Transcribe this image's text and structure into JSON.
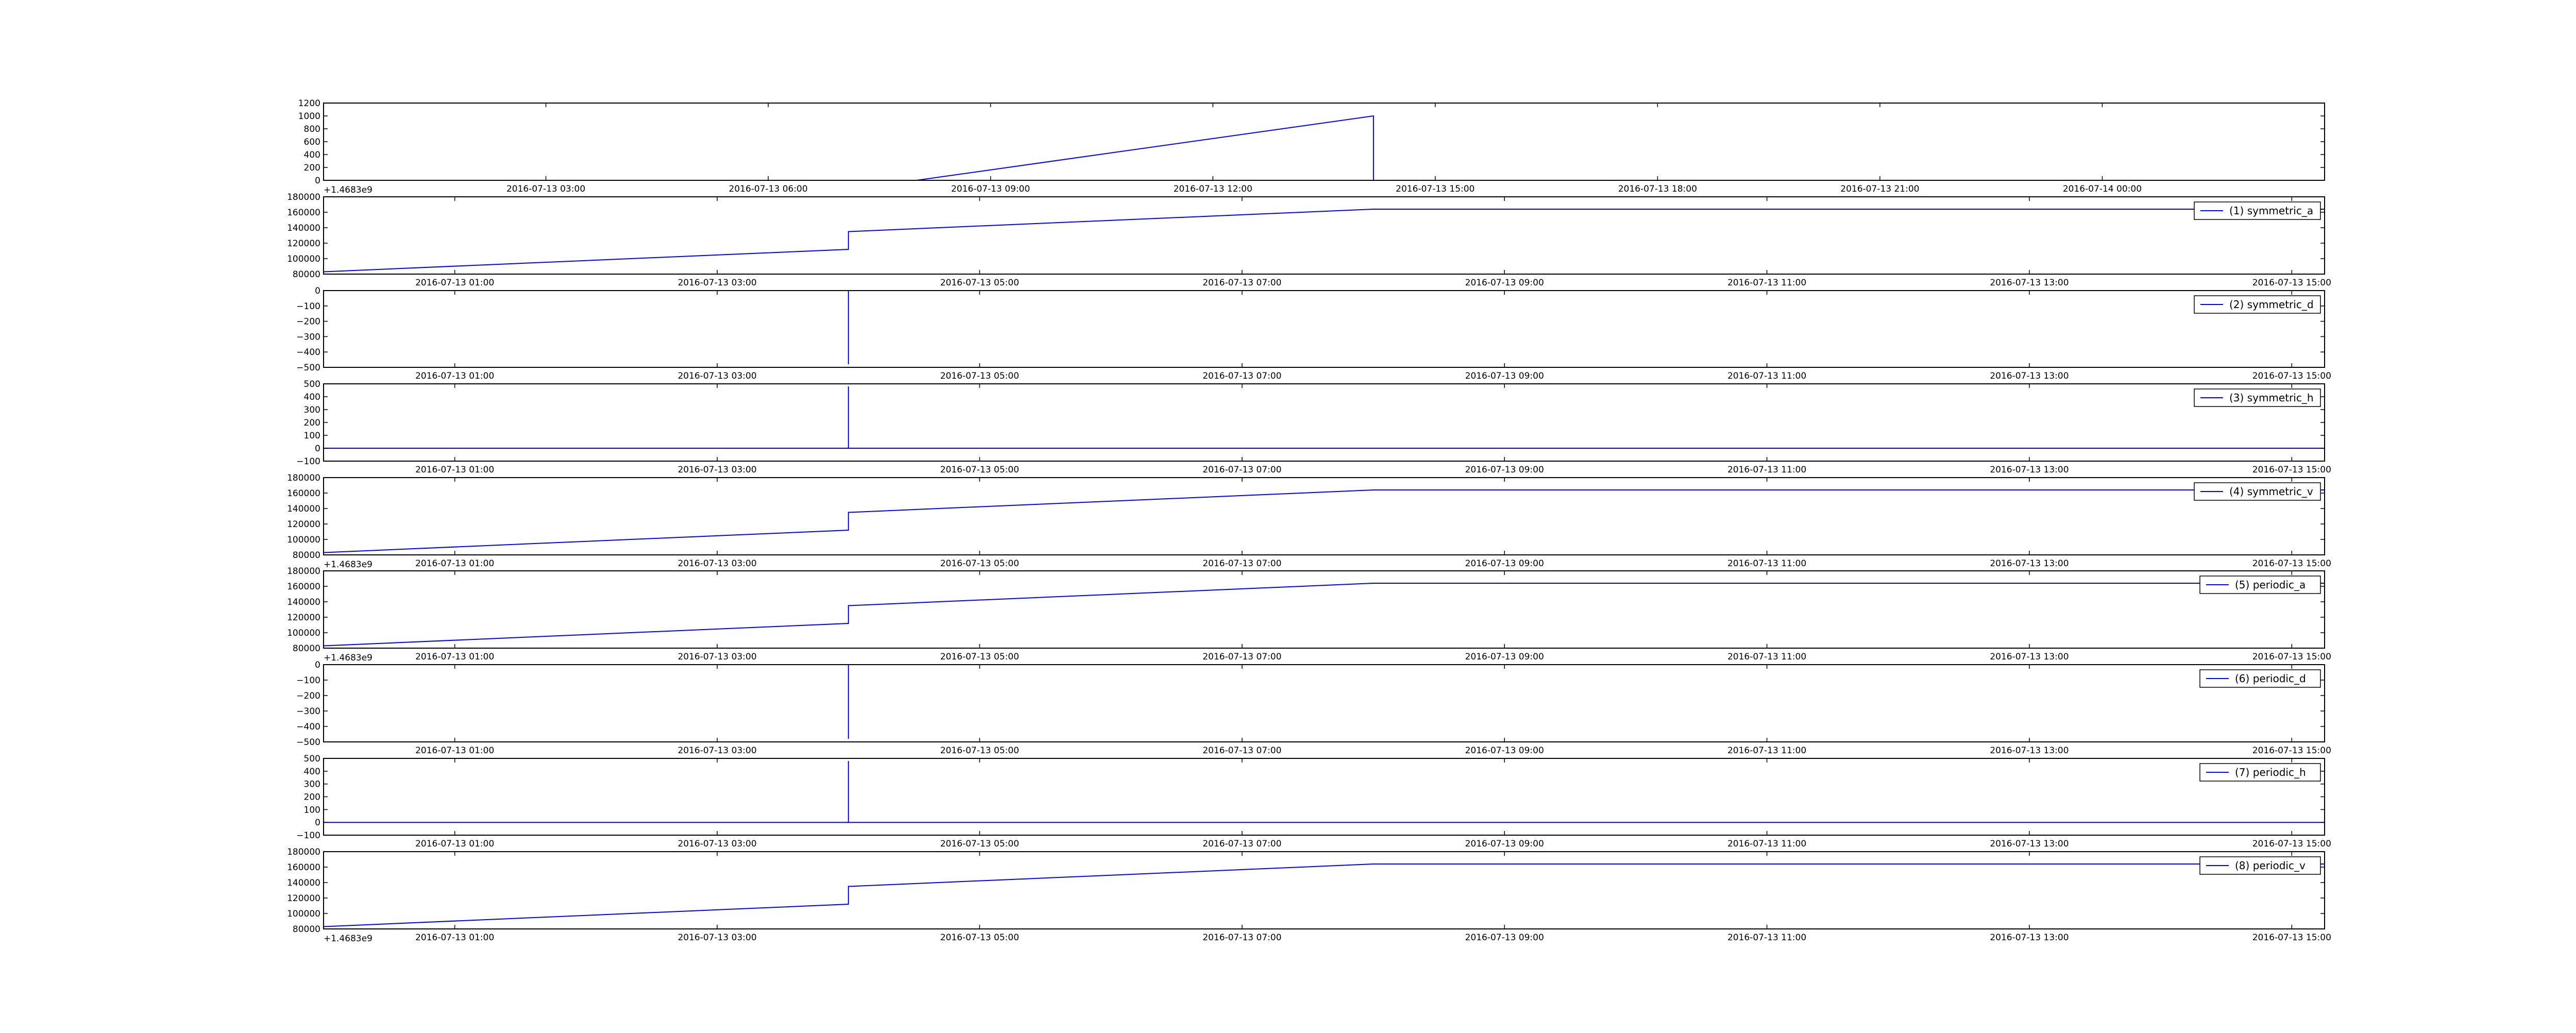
{
  "colors": {
    "line": "#0000ff",
    "axes": "#000000",
    "background": "#ffffff"
  },
  "chart_data": [
    {
      "type": "line",
      "xscale": "time",
      "xlim": [
        "2016-07-13 00:00",
        "2016-07-14 03:00"
      ],
      "ylim": [
        0,
        1200
      ],
      "yticks": [
        "1200",
        "1000",
        "800",
        "600",
        "400",
        "200",
        "0"
      ],
      "ytick_values": [
        1200,
        1000,
        800,
        600,
        400,
        200,
        0
      ],
      "xticks": [
        "2016-07-13 03:00",
        "2016-07-13 06:00",
        "2016-07-13 09:00",
        "2016-07-13 12:00",
        "2016-07-13 15:00",
        "2016-07-13 18:00",
        "2016-07-13 21:00",
        "2016-07-14 00:00"
      ],
      "offset_label": "+1.4683e9",
      "legend": null,
      "series": [
        {
          "x": [
            "2016-07-13 00:00",
            "2016-07-13 08:00",
            "2016-07-13 14:10",
            "2016-07-13 14:10",
            "2016-07-14 03:00"
          ],
          "y": [
            0,
            0,
            1000,
            0,
            0
          ]
        }
      ]
    },
    {
      "type": "line",
      "xscale": "time",
      "xlim": [
        "2016-07-13 00:00",
        "2016-07-13 15:15"
      ],
      "ylim": [
        80000,
        180000
      ],
      "yticks": [
        "180000",
        "160000",
        "140000",
        "120000",
        "100000",
        "80000"
      ],
      "ytick_values": [
        180000,
        160000,
        140000,
        120000,
        100000,
        80000
      ],
      "xticks": [
        "2016-07-13 01:00",
        "2016-07-13 03:00",
        "2016-07-13 05:00",
        "2016-07-13 07:00",
        "2016-07-13 09:00",
        "2016-07-13 11:00",
        "2016-07-13 13:00",
        "2016-07-13 15:00"
      ],
      "offset_label": null,
      "legend": "(1) symmetric_a",
      "legend_position": "top-right",
      "series": [
        {
          "x": [
            "2016-07-13 00:00",
            "2016-07-13 04:00",
            "2016-07-13 04:00",
            "2016-07-13 08:00",
            "2016-07-13 15:15"
          ],
          "y": [
            83000,
            112000,
            135000,
            164000,
            164000
          ]
        }
      ]
    },
    {
      "type": "line",
      "xscale": "time",
      "xlim": [
        "2016-07-13 00:00",
        "2016-07-13 15:15"
      ],
      "ylim": [
        -500,
        0
      ],
      "yticks": [
        "0",
        "−100",
        "−200",
        "−300",
        "−400",
        "−500"
      ],
      "ytick_values": [
        0,
        -100,
        -200,
        -300,
        -400,
        -500
      ],
      "xticks": [
        "2016-07-13 01:00",
        "2016-07-13 03:00",
        "2016-07-13 05:00",
        "2016-07-13 07:00",
        "2016-07-13 09:00",
        "2016-07-13 11:00",
        "2016-07-13 13:00",
        "2016-07-13 15:00"
      ],
      "offset_label": null,
      "legend": "(2) symmetric_d",
      "legend_position": "top-right",
      "series": [
        {
          "x": [
            "2016-07-13 00:00",
            "2016-07-13 04:00",
            "2016-07-13 04:00",
            "2016-07-13 04:00",
            "2016-07-13 15:15"
          ],
          "y": [
            0,
            0,
            -480,
            0,
            0
          ]
        }
      ]
    },
    {
      "type": "line",
      "xscale": "time",
      "xlim": [
        "2016-07-13 00:00",
        "2016-07-13 15:15"
      ],
      "ylim": [
        -100,
        500
      ],
      "yticks": [
        "500",
        "400",
        "300",
        "200",
        "100",
        "0",
        "−100"
      ],
      "ytick_values": [
        500,
        400,
        300,
        200,
        100,
        0,
        -100
      ],
      "xticks": [
        "2016-07-13 01:00",
        "2016-07-13 03:00",
        "2016-07-13 05:00",
        "2016-07-13 07:00",
        "2016-07-13 09:00",
        "2016-07-13 11:00",
        "2016-07-13 13:00",
        "2016-07-13 15:00"
      ],
      "offset_label": null,
      "legend": "(3) symmetric_h",
      "legend_position": "top-right",
      "series": [
        {
          "x": [
            "2016-07-13 00:00",
            "2016-07-13 04:00",
            "2016-07-13 04:00",
            "2016-07-13 04:00",
            "2016-07-13 15:15"
          ],
          "y": [
            0,
            0,
            480,
            0,
            0
          ]
        }
      ]
    },
    {
      "type": "line",
      "xscale": "time",
      "xlim": [
        "2016-07-13 00:00",
        "2016-07-13 15:15"
      ],
      "ylim": [
        80000,
        180000
      ],
      "yticks": [
        "180000",
        "160000",
        "140000",
        "120000",
        "100000",
        "80000"
      ],
      "ytick_values": [
        180000,
        160000,
        140000,
        120000,
        100000,
        80000
      ],
      "xticks": [
        "2016-07-13 01:00",
        "2016-07-13 03:00",
        "2016-07-13 05:00",
        "2016-07-13 07:00",
        "2016-07-13 09:00",
        "2016-07-13 11:00",
        "2016-07-13 13:00",
        "2016-07-13 15:00"
      ],
      "offset_label": "+1.4683e9",
      "legend": "(4) symmetric_v",
      "legend_position": "top-right",
      "series": [
        {
          "x": [
            "2016-07-13 00:00",
            "2016-07-13 04:00",
            "2016-07-13 04:00",
            "2016-07-13 08:00",
            "2016-07-13 15:15"
          ],
          "y": [
            83000,
            112000,
            135000,
            164000,
            164000
          ]
        }
      ]
    },
    {
      "type": "line",
      "xscale": "time",
      "xlim": [
        "2016-07-13 00:00",
        "2016-07-13 15:15"
      ],
      "ylim": [
        80000,
        180000
      ],
      "yticks": [
        "180000",
        "160000",
        "140000",
        "120000",
        "100000",
        "80000"
      ],
      "ytick_values": [
        180000,
        160000,
        140000,
        120000,
        100000,
        80000
      ],
      "xticks": [
        "2016-07-13 01:00",
        "2016-07-13 03:00",
        "2016-07-13 05:00",
        "2016-07-13 07:00",
        "2016-07-13 09:00",
        "2016-07-13 11:00",
        "2016-07-13 13:00",
        "2016-07-13 15:00"
      ],
      "offset_label": "+1.4683e9",
      "legend": "(5) periodic_a",
      "legend_position": "top-right",
      "series": [
        {
          "x": [
            "2016-07-13 00:00",
            "2016-07-13 04:00",
            "2016-07-13 04:00",
            "2016-07-13 08:00",
            "2016-07-13 15:15"
          ],
          "y": [
            83000,
            112000,
            135000,
            164000,
            164000
          ]
        }
      ]
    },
    {
      "type": "line",
      "xscale": "time",
      "xlim": [
        "2016-07-13 00:00",
        "2016-07-13 15:15"
      ],
      "ylim": [
        -500,
        0
      ],
      "yticks": [
        "0",
        "−100",
        "−200",
        "−300",
        "−400",
        "−500"
      ],
      "ytick_values": [
        0,
        -100,
        -200,
        -300,
        -400,
        -500
      ],
      "xticks": [
        "2016-07-13 01:00",
        "2016-07-13 03:00",
        "2016-07-13 05:00",
        "2016-07-13 07:00",
        "2016-07-13 09:00",
        "2016-07-13 11:00",
        "2016-07-13 13:00",
        "2016-07-13 15:00"
      ],
      "offset_label": null,
      "legend": "(6) periodic_d",
      "legend_position": "top-right",
      "series": [
        {
          "x": [
            "2016-07-13 00:00",
            "2016-07-13 04:00",
            "2016-07-13 04:00",
            "2016-07-13 04:00",
            "2016-07-13 15:15"
          ],
          "y": [
            0,
            0,
            -480,
            0,
            0
          ]
        }
      ]
    },
    {
      "type": "line",
      "xscale": "time",
      "xlim": [
        "2016-07-13 00:00",
        "2016-07-13 15:15"
      ],
      "ylim": [
        -100,
        500
      ],
      "yticks": [
        "500",
        "400",
        "300",
        "200",
        "100",
        "0",
        "−100"
      ],
      "ytick_values": [
        500,
        400,
        300,
        200,
        100,
        0,
        -100
      ],
      "xticks": [
        "2016-07-13 01:00",
        "2016-07-13 03:00",
        "2016-07-13 05:00",
        "2016-07-13 07:00",
        "2016-07-13 09:00",
        "2016-07-13 11:00",
        "2016-07-13 13:00",
        "2016-07-13 15:00"
      ],
      "offset_label": null,
      "legend": "(7) periodic_h",
      "legend_position": "top-right",
      "series": [
        {
          "x": [
            "2016-07-13 00:00",
            "2016-07-13 04:00",
            "2016-07-13 04:00",
            "2016-07-13 04:00",
            "2016-07-13 15:15"
          ],
          "y": [
            0,
            0,
            480,
            0,
            0
          ]
        }
      ]
    },
    {
      "type": "line",
      "xscale": "time",
      "xlim": [
        "2016-07-13 00:00",
        "2016-07-13 15:15"
      ],
      "ylim": [
        80000,
        180000
      ],
      "yticks": [
        "180000",
        "160000",
        "140000",
        "120000",
        "100000",
        "80000"
      ],
      "ytick_values": [
        180000,
        160000,
        140000,
        120000,
        100000,
        80000
      ],
      "xticks": [
        "2016-07-13 01:00",
        "2016-07-13 03:00",
        "2016-07-13 05:00",
        "2016-07-13 07:00",
        "2016-07-13 09:00",
        "2016-07-13 11:00",
        "2016-07-13 13:00",
        "2016-07-13 15:00"
      ],
      "offset_label": "+1.4683e9",
      "legend": "(8) periodic_v",
      "legend_position": "top-right",
      "series": [
        {
          "x": [
            "2016-07-13 00:00",
            "2016-07-13 04:00",
            "2016-07-13 04:00",
            "2016-07-13 08:00",
            "2016-07-13 15:15"
          ],
          "y": [
            83000,
            112000,
            135000,
            164000,
            164000
          ]
        }
      ]
    }
  ]
}
